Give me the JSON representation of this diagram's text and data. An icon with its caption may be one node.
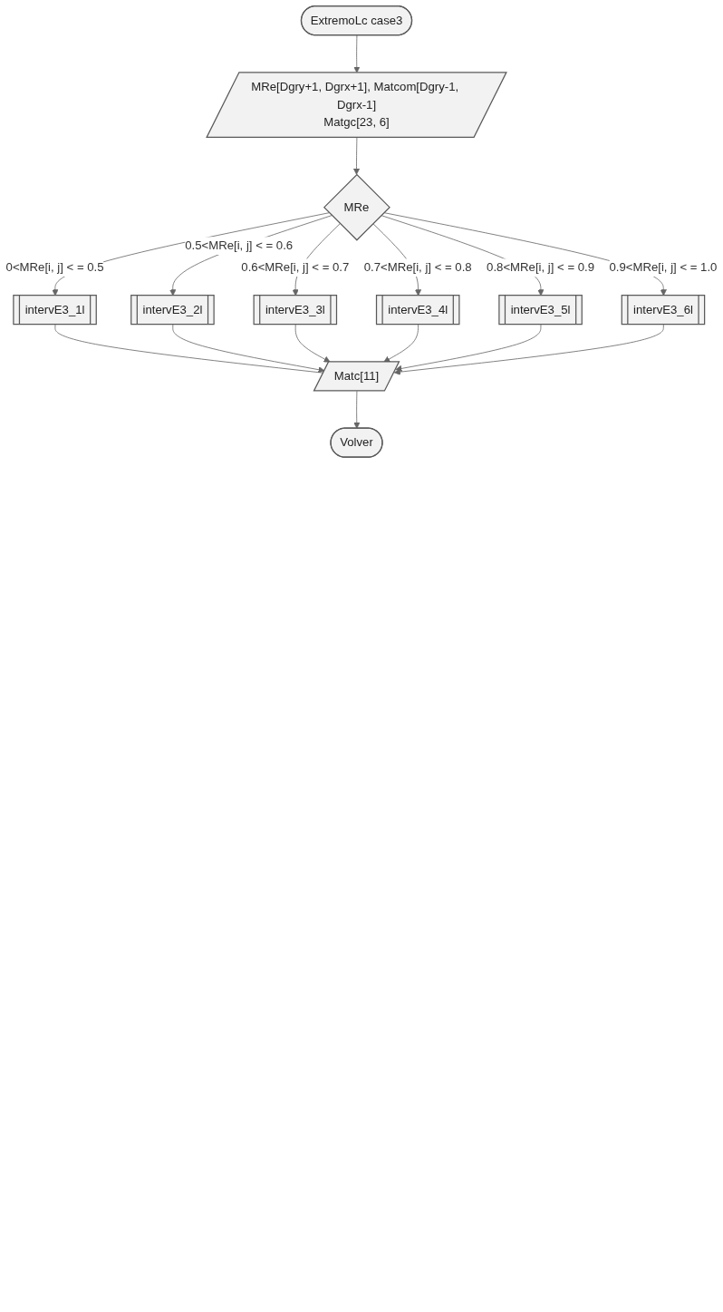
{
  "diagram": {
    "nodes": [
      {
        "text": [
          "ExtremoLc case3"
        ]
      },
      {
        "text": [
          "MRe[Dgry+1, Dgrx+1], Matcom[Dgry-1, Dgrx-1]",
          "Matgc[23, 6]"
        ]
      },
      {
        "text": [
          "MRe"
        ]
      },
      {
        "text": [
          "intervE3_1l"
        ]
      },
      {
        "text": [
          "intervE3_2l"
        ]
      },
      {
        "text": [
          "intervE3_3l"
        ]
      },
      {
        "text": [
          "intervE3_4l"
        ]
      },
      {
        "text": [
          "intervE3_5l"
        ]
      },
      {
        "text": [
          "intervE3_6l"
        ]
      },
      {
        "text": [
          "Matc[11]"
        ]
      },
      {
        "text": [
          "Volver"
        ]
      }
    ],
    "edges": [
      {
        "from": 0,
        "to": 1,
        "arrow": "to"
      },
      {
        "from": 1,
        "to": 2,
        "arrow": "to"
      },
      {
        "from": 2,
        "to": 3,
        "label": "0<MRe[i, j] < = 0.5",
        "arrow": "to"
      },
      {
        "from": 2,
        "to": 4,
        "label": "0.5<MRe[i, j] < = 0.6",
        "arrow": "to"
      },
      {
        "from": 2,
        "to": 5,
        "label": "0.6<MRe[i, j] < = 0.7",
        "arrow": "to"
      },
      {
        "from": 2,
        "to": 6,
        "label": "0.7<MRe[i, j] < = 0.8",
        "arrow": "to"
      },
      {
        "from": 2,
        "to": 7,
        "label": "0.8<MRe[i, j] < = 0.9",
        "arrow": "to"
      },
      {
        "from": 2,
        "to": 8,
        "label": "0.9<MRe[i, j] < = 1.0",
        "arrow": "to"
      },
      {
        "from": 3,
        "to": 9,
        "arrow": "none"
      },
      {
        "from": 4,
        "to": 9,
        "arrow": "to"
      },
      {
        "from": 5,
        "to": 9,
        "arrow": "to"
      },
      {
        "from": 6,
        "to": 9,
        "arrow": "to"
      },
      {
        "from": 7,
        "to": 9,
        "arrow": "to"
      },
      {
        "from": 8,
        "to": 9,
        "arrow": "to"
      },
      {
        "from": 9,
        "to": 10,
        "arrow": "to"
      }
    ]
  }
}
